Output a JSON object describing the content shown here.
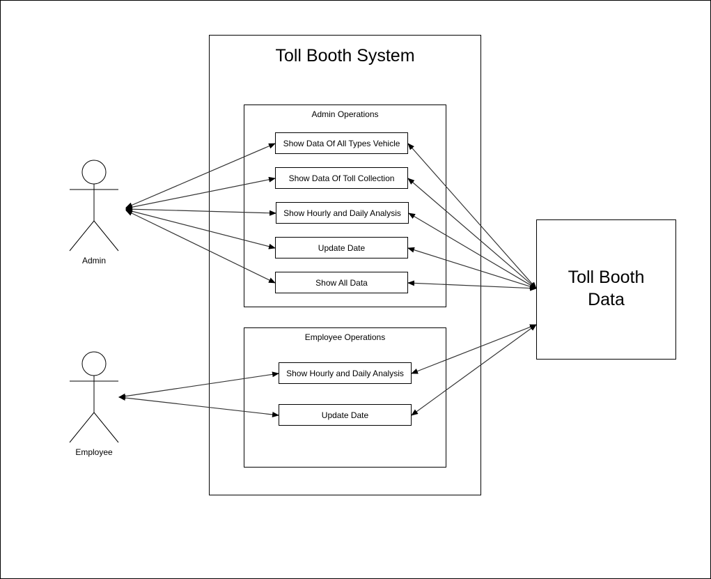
{
  "diagram": {
    "system_title": "Toll Booth System",
    "admin_group_title": "Admin Operations",
    "employee_group_title": "Employee Operations",
    "admin_usecases": [
      "Show Data Of All Types Vehicle",
      "Show Data Of Toll Collection",
      "Show Hourly and Daily Analysis",
      "Update Date",
      "Show All Data"
    ],
    "employee_usecases": [
      "Show Hourly and Daily Analysis",
      "Update Date"
    ],
    "actors": {
      "admin": "Admin",
      "employee": "Employee"
    },
    "data_store": {
      "line1": "Toll Booth",
      "line2": "Data"
    }
  }
}
